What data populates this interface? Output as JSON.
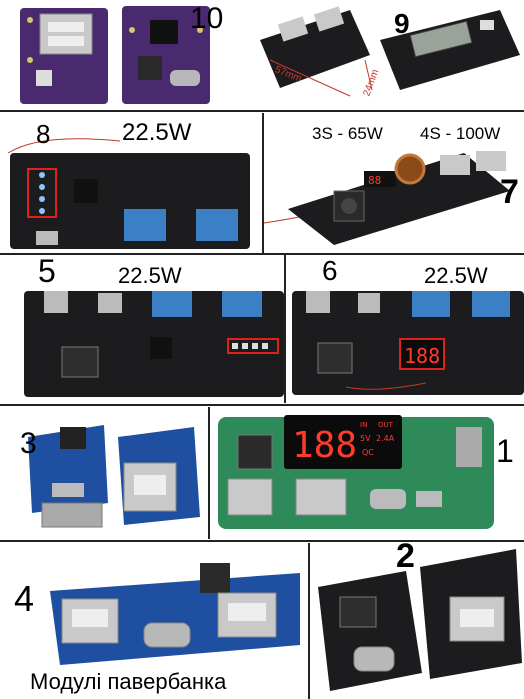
{
  "collage": {
    "caption": "Модулі павербанка",
    "items": [
      {
        "number": "10"
      },
      {
        "number": "9",
        "dim_width": "57mm",
        "dim_height": "24mm"
      },
      {
        "number": "8",
        "power": "22.5W"
      },
      {
        "number": "7",
        "power_3s": "3S - 65W",
        "power_4s": "4S - 100W"
      },
      {
        "number": "5",
        "power": "22.5W"
      },
      {
        "number": "6",
        "power": "22.5W"
      },
      {
        "number": "3"
      },
      {
        "number": "1"
      },
      {
        "number": "4"
      },
      {
        "number": "2"
      }
    ]
  },
  "colors": {
    "pcb_black": "#1c1c1e",
    "pcb_purple": "#4a2a6e",
    "pcb_blue": "#1f4fa0",
    "pcb_green": "#2f8a5a",
    "usb_blue": "#3b7fc4",
    "highlight_red": "#e0201a",
    "display_red": "#ff3b2a"
  },
  "board_text": {
    "display_1_digits": "188",
    "display_1_in": "IN",
    "display_1_out": "OUT",
    "display_1_v": "5V",
    "display_1_a": "2.4A",
    "display_1_qc": "QC",
    "display_6_digits": "188"
  }
}
